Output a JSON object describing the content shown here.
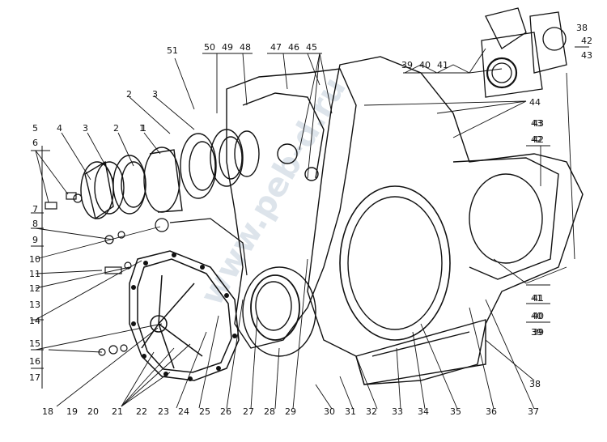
{
  "diagram": {
    "watermark": "www.peb-d.ru",
    "callouts": [
      "1",
      "2",
      "3",
      "4",
      "5",
      "6",
      "7",
      "8",
      "9",
      "10",
      "11",
      "12",
      "13",
      "14",
      "15",
      "16",
      "17",
      "18",
      "19",
      "20",
      "21",
      "22",
      "23",
      "24",
      "25",
      "26",
      "27",
      "28",
      "29",
      "30",
      "31",
      "32",
      "33",
      "34",
      "35",
      "36",
      "37",
      "38",
      "39",
      "40",
      "41",
      "42",
      "43",
      "51",
      "50",
      "49",
      "48",
      "47",
      "46",
      "45",
      "44",
      "39",
      "40",
      "41",
      "38",
      "42",
      "43",
      "3",
      "2",
      "1",
      "43",
      "42",
      "41",
      "40",
      "39"
    ]
  }
}
